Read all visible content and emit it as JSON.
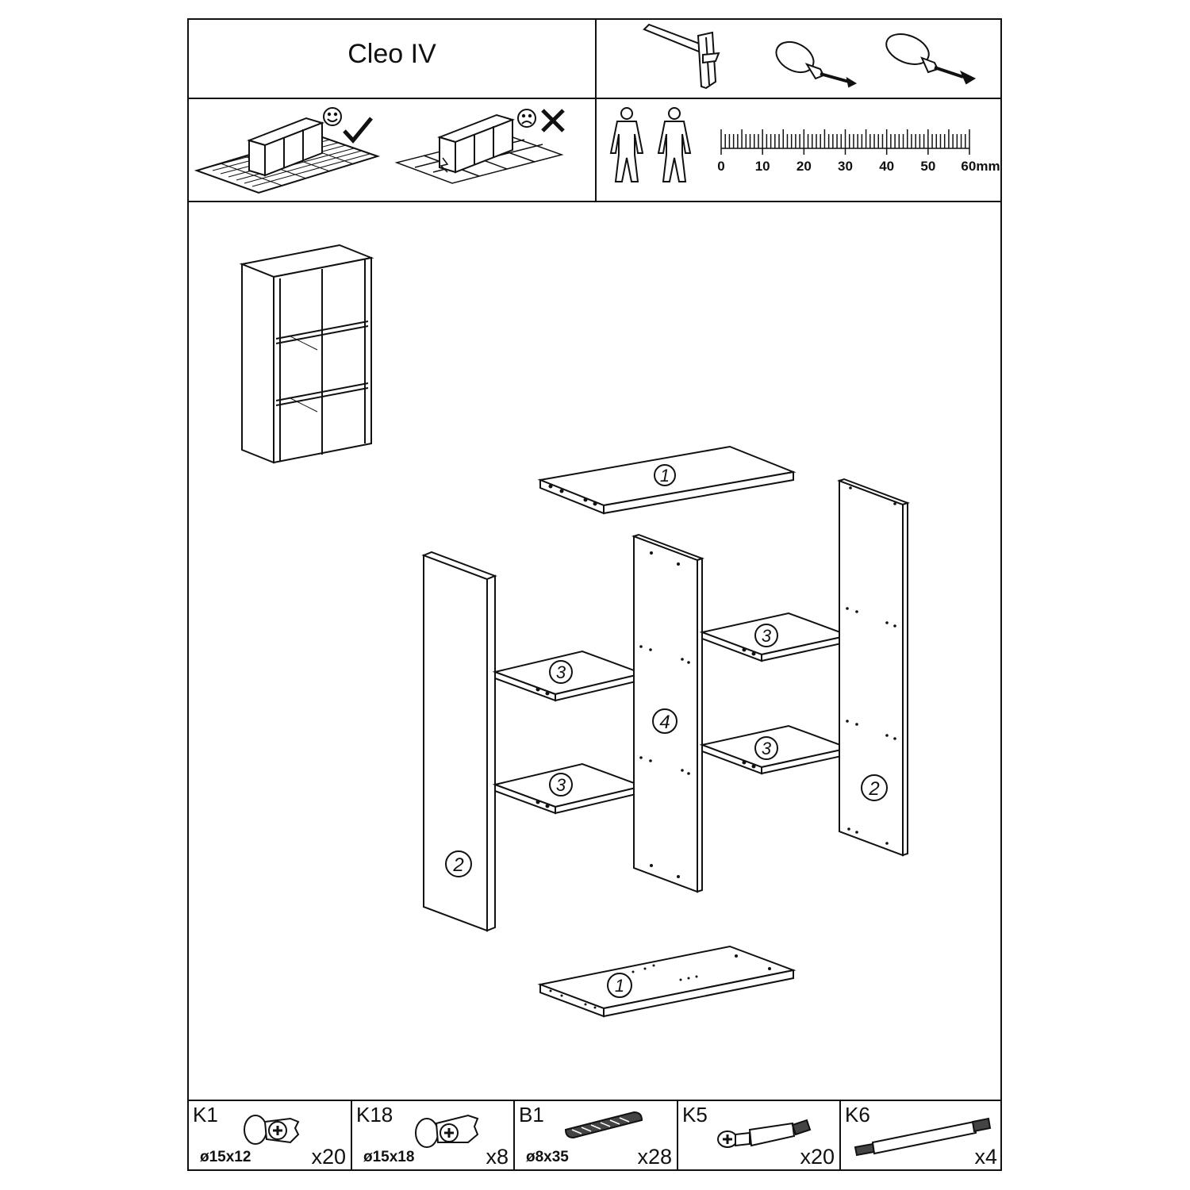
{
  "header": {
    "title": "Cleo IV"
  },
  "tools": [
    {
      "icon": "hammer-icon"
    },
    {
      "icon": "phillips-screwdriver-icon"
    },
    {
      "icon": "flathead-screwdriver-icon"
    }
  ],
  "floor": {
    "good_icon": "smiley-check-icon",
    "bad_icon": "frown-cross-icon"
  },
  "people": {
    "count": 2,
    "icon": "person-icon"
  },
  "ruler": {
    "labels": [
      "0",
      "10",
      "20",
      "30",
      "40",
      "50",
      "60mm"
    ]
  },
  "panels": [
    {
      "id": "top-board",
      "label": "1"
    },
    {
      "id": "left-side",
      "label": "2"
    },
    {
      "id": "right-side",
      "label": "2"
    },
    {
      "id": "center-divider",
      "label": "4"
    },
    {
      "id": "shelf-left-upper",
      "label": "3"
    },
    {
      "id": "shelf-left-lower",
      "label": "3"
    },
    {
      "id": "shelf-right-upper",
      "label": "3"
    },
    {
      "id": "shelf-right-lower",
      "label": "3"
    },
    {
      "id": "bottom-board",
      "label": "1"
    }
  ],
  "hardware": [
    {
      "code": "K1",
      "size": "ø15x12",
      "qty": "x20",
      "icon": "cam-lock-icon"
    },
    {
      "code": "K18",
      "size": "ø15x18",
      "qty": "x8",
      "icon": "cam-lock-icon"
    },
    {
      "code": "B1",
      "size": "ø8x35",
      "qty": "x28",
      "icon": "wood-dowel-icon"
    },
    {
      "code": "K5",
      "size": "",
      "qty": "x20",
      "icon": "cam-bolt-icon"
    },
    {
      "code": "K6",
      "size": "",
      "qty": "x4",
      "icon": "double-cam-bolt-icon"
    }
  ]
}
